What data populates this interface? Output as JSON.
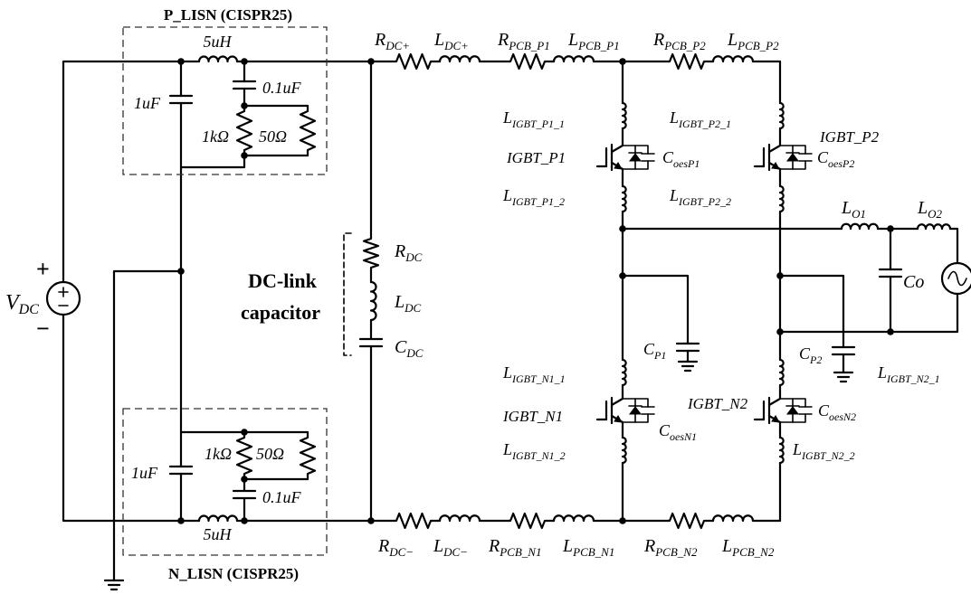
{
  "lisn": {
    "p_title": "P_LISN (CISPR25)",
    "n_title": "N_LISN (CISPR25)",
    "inductor": "5uH",
    "cap_big": "1uF",
    "cap_small": "0.1uF",
    "res_1k": "1kΩ",
    "res_50": "50Ω"
  },
  "source": {
    "name": "V",
    "sub": "DC",
    "plus": "+",
    "minus": "−"
  },
  "dc_link": {
    "label_line1": "DC-link",
    "label_line2": "capacitor",
    "r": {
      "name": "R",
      "sub": "DC"
    },
    "l": {
      "name": "L",
      "sub": "DC"
    },
    "c": {
      "name": "C",
      "sub": "DC"
    }
  },
  "top_rail": {
    "r_dc_plus": {
      "name": "R",
      "sub": "DC+"
    },
    "l_dc_plus": {
      "name": "L",
      "sub": "DC+"
    },
    "r_pcb_p1": {
      "name": "R",
      "sub": "PCB_P1"
    },
    "l_pcb_p1": {
      "name": "L",
      "sub": "PCB_P1"
    },
    "r_pcb_p2": {
      "name": "R",
      "sub": "PCB_P2"
    },
    "l_pcb_p2": {
      "name": "L",
      "sub": "PCB_P2"
    }
  },
  "bottom_rail": {
    "r_dc_minus": {
      "name": "R",
      "sub": "DC−"
    },
    "l_dc_minus": {
      "name": "L",
      "sub": "DC−"
    },
    "r_pcb_n1": {
      "name": "R",
      "sub": "PCB_N1"
    },
    "l_pcb_n1": {
      "name": "L",
      "sub": "PCB_N1"
    },
    "r_pcb_n2": {
      "name": "R",
      "sub": "PCB_N2"
    },
    "l_pcb_n2": {
      "name": "L",
      "sub": "PCB_N2"
    }
  },
  "leg1": {
    "l_p1_1": {
      "name": "L",
      "sub": "IGBT_P1_1"
    },
    "igbt_p1": "IGBT_P1",
    "coes_p1": {
      "name": "C",
      "sub": "oesP1"
    },
    "l_p1_2": {
      "name": "L",
      "sub": "IGBT_P1_2"
    },
    "cp1": {
      "name": "C",
      "sub": "P1"
    },
    "l_n1_1": {
      "name": "L",
      "sub": "IGBT_N1_1"
    },
    "igbt_n1": "IGBT_N1",
    "coes_n1": {
      "name": "C",
      "sub": "oesN1"
    },
    "l_n1_2": {
      "name": "L",
      "sub": "IGBT_N1_2"
    }
  },
  "leg2": {
    "l_p2_1": {
      "name": "L",
      "sub": "IGBT_P2_1"
    },
    "igbt_p2": "IGBT_P2",
    "coes_p2": {
      "name": "C",
      "sub": "oesP2"
    },
    "l_p2_2": {
      "name": "L",
      "sub": "IGBT_P2_2"
    },
    "cp2": {
      "name": "C",
      "sub": "P2"
    },
    "l_n2_1": {
      "name": "L",
      "sub": "IGBT_N2_1"
    },
    "igbt_n2": "IGBT_N2",
    "coes_n2": {
      "name": "C",
      "sub": "oesN2"
    },
    "l_n2_2": {
      "name": "L",
      "sub": "IGBT_N2_2"
    }
  },
  "output": {
    "lo1": {
      "name": "L",
      "sub": "O1"
    },
    "lo2": {
      "name": "L",
      "sub": "O2"
    },
    "co": "Co"
  }
}
